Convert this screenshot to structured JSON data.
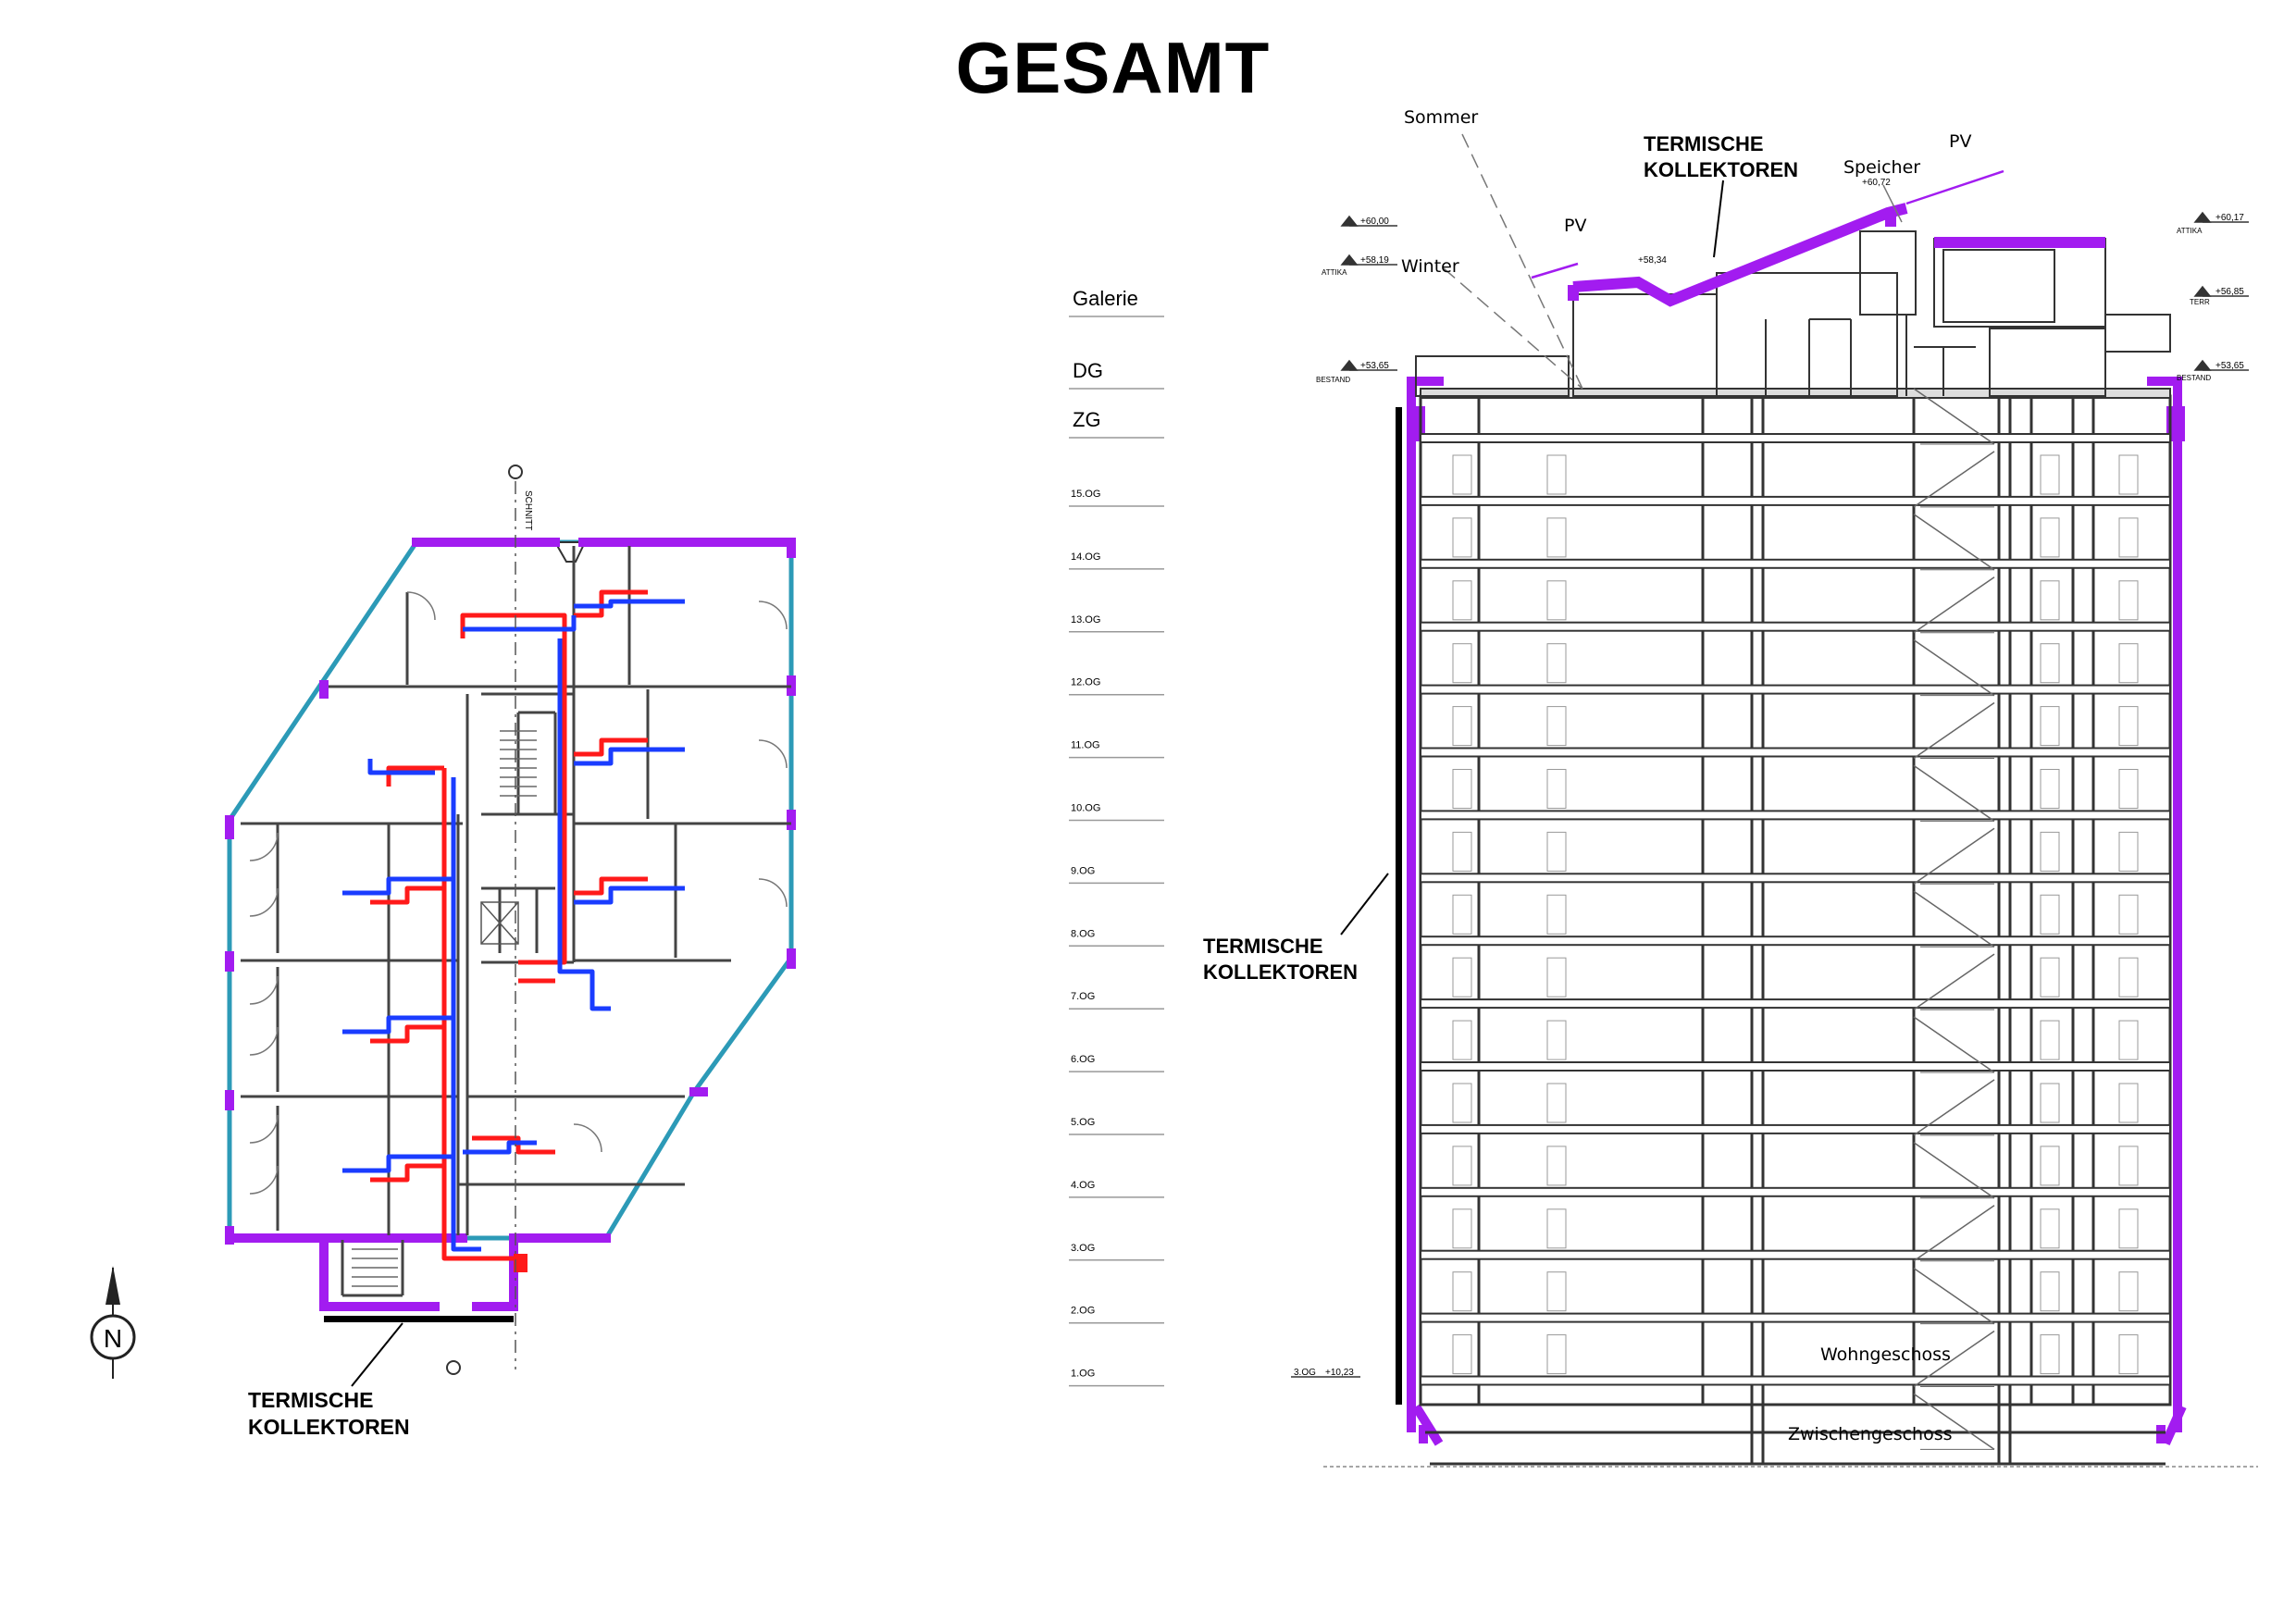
{
  "title": "GESAMT",
  "colors": {
    "magenta": "#a21cf0",
    "teal": "#2c9ab7",
    "supply_red": "#ff1a1a",
    "return_blue": "#1a3cff",
    "line": "#333333"
  },
  "floor_plan": {
    "collector_label_1": "TERMISCHE",
    "collector_label_2": "KOLLEKTOREN",
    "section_marker": "SCHNITT",
    "north_label": "N"
  },
  "section": {
    "levels": [
      "Galerie",
      "DG",
      "ZG",
      "15.OG",
      "14.OG",
      "13.OG",
      "12.OG",
      "11.OG",
      "10.OG",
      "9.OG",
      "8.OG",
      "7.OG",
      "6.OG",
      "5.OG",
      "4.OG",
      "3.OG",
      "2.OG",
      "1.OG"
    ],
    "labels": {
      "sommer": "Sommer",
      "winter": "Winter",
      "pv_left": "PV",
      "pv_right": "PV",
      "speicher": "Speicher",
      "roof_collectors_1": "TERMISCHE",
      "roof_collectors_2": "KOLLEKTOREN",
      "facade_collectors_1": "TERMISCHE",
      "facade_collectors_2": "KOLLEKTOREN",
      "wohngeschoss": "Wohngeschoss",
      "zwischengeschoss": "Zwischengeschoss"
    },
    "elevations": {
      "e1": "+60,00",
      "e2": "+58,19",
      "e3": "+53,65",
      "e4": "+58,34",
      "e5": "+60,72",
      "e6": "+60,17",
      "e7": "+56,85",
      "e8": "+53,65",
      "e9": "+10,23",
      "e9_prefix": "3.OG"
    },
    "elevation_tags": {
      "attika_l": "ATTIKA",
      "bestand_l": "BESTAND",
      "attika_r": "ATTIKA",
      "terr_r": "TERR",
      "bestand_r": "BESTAND"
    }
  }
}
